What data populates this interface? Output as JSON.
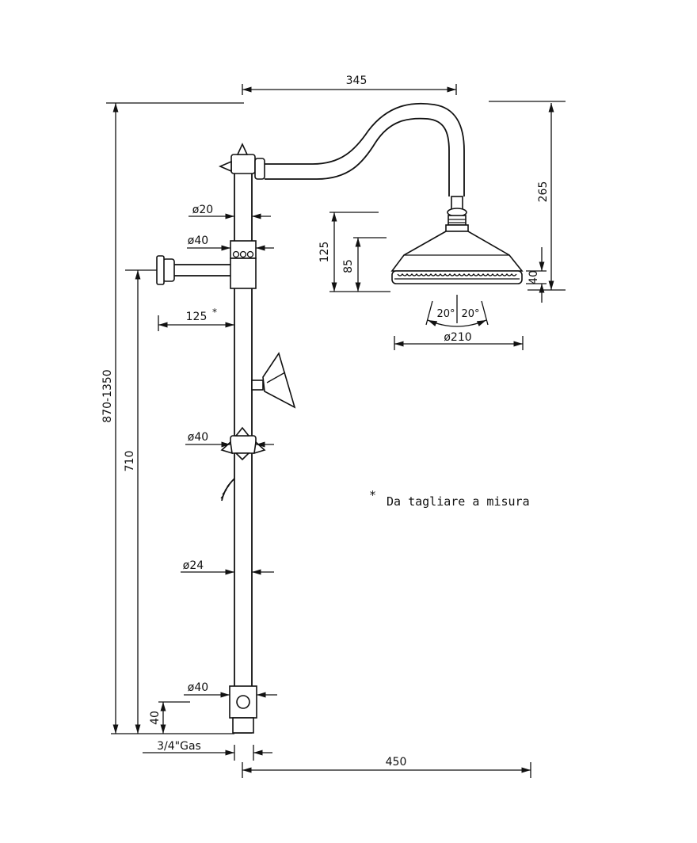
{
  "dimensions": {
    "arm_reach": "345",
    "head_drop": "265",
    "head_height_total": "125",
    "head_height_body": "85",
    "head_rim": "40",
    "spray_angle_left": "20°",
    "spray_angle_right": "20°",
    "head_diameter": "ø210",
    "upper_pipe_diameter": "ø20",
    "slider_diameter_top": "ø40",
    "arm_length": "125",
    "arm_length_mark": "*",
    "slider_diameter_mid": "ø40",
    "pipe_diameter": "ø24",
    "slider_diameter_bottom": "ø40",
    "total_height": "870-1350",
    "column_height": "710",
    "base_height": "40",
    "thread": "3/4\"Gas",
    "wall_distance": "450"
  },
  "note": {
    "symbol": "*",
    "text": "Da tagliare a misura"
  },
  "colors": {
    "line": "#111111",
    "background": "#ffffff"
  }
}
